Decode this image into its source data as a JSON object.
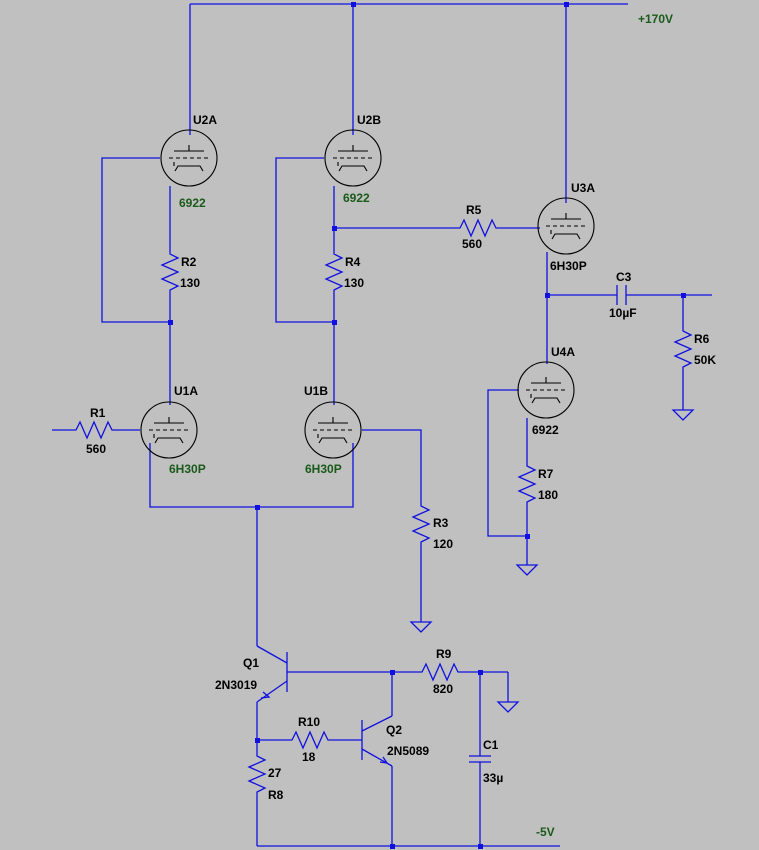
{
  "rails": {
    "vplus": "+170V",
    "vminus": "-5V"
  },
  "tubes": [
    {
      "ref": "U2A",
      "part": "6922"
    },
    {
      "ref": "U2B",
      "part": "6922"
    },
    {
      "ref": "U3A",
      "part": "6H30P"
    },
    {
      "ref": "U1A",
      "part": "6H30P"
    },
    {
      "ref": "U1B",
      "part": "6H30P"
    },
    {
      "ref": "U4A",
      "part": "6922"
    }
  ],
  "resistors": [
    {
      "ref": "R1",
      "value": "560"
    },
    {
      "ref": "R2",
      "value": "130"
    },
    {
      "ref": "R3",
      "value": "120"
    },
    {
      "ref": "R4",
      "value": "130"
    },
    {
      "ref": "R5",
      "value": "560"
    },
    {
      "ref": "R6",
      "value": "50K"
    },
    {
      "ref": "R7",
      "value": "180"
    },
    {
      "ref": "R8",
      "value": "27"
    },
    {
      "ref": "R9",
      "value": "820"
    },
    {
      "ref": "R10",
      "value": "18"
    }
  ],
  "capacitors": [
    {
      "ref": "C1",
      "value": "33µ"
    },
    {
      "ref": "C3",
      "value": "10µF"
    }
  ],
  "transistors": [
    {
      "ref": "Q1",
      "part": "2N3019"
    },
    {
      "ref": "Q2",
      "part": "2N5089"
    }
  ]
}
